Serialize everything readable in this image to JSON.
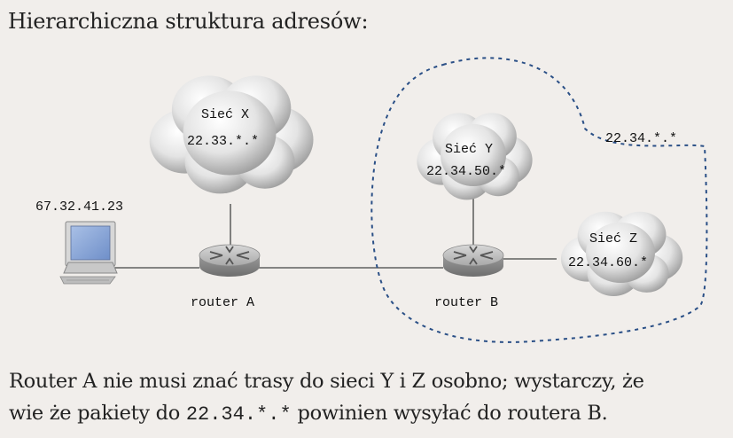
{
  "title": "Hierarchiczna struktura adresów:",
  "host": {
    "ip": "67.32.41.23"
  },
  "networks": {
    "x": {
      "name": "Sieć X",
      "prefix": "22.33.*.*"
    },
    "y": {
      "name": "Sieć Y",
      "prefix": "22.34.50.*"
    },
    "z": {
      "name": "Sieć Z",
      "prefix": "22.34.60.*"
    },
    "aggregate": "22.34.*.*"
  },
  "routers": {
    "a": "router A",
    "b": "router B"
  },
  "caption": {
    "line1": "Router A nie musi znać trasy do sieci Y i Z osobno; wystarczy, że",
    "line2_pre": "wie że pakiety do ",
    "line2_code": "22.34.*.*",
    "line2_post": " powinien wysyłać do routera B."
  }
}
